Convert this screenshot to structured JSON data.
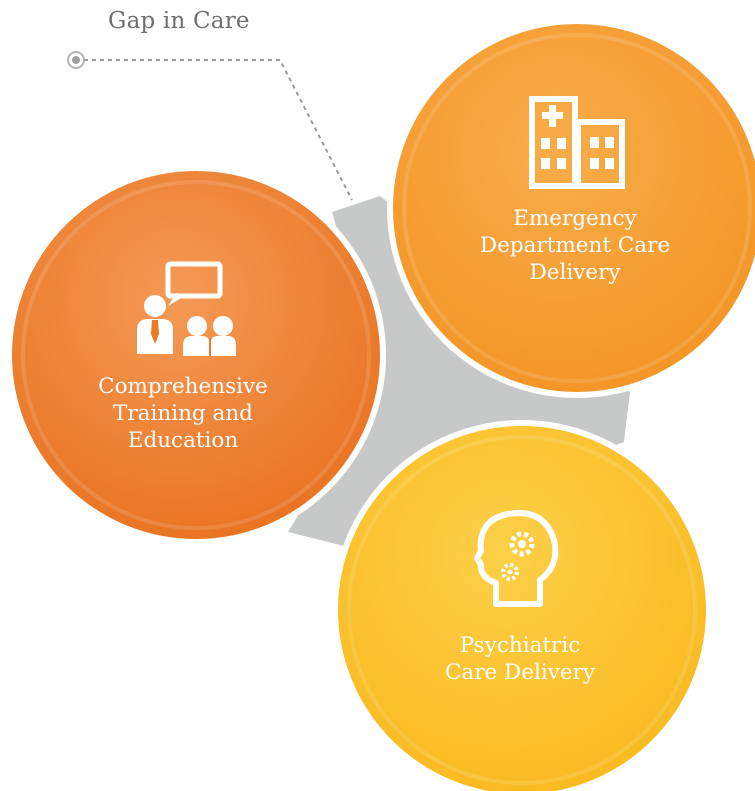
{
  "callout": {
    "label": "Gap in Care"
  },
  "circles": {
    "training": {
      "lines": [
        "Comprehensive",
        "Training and",
        "Education"
      ],
      "icon": "presenter-audience-icon",
      "color": "#ec7a24"
    },
    "emergency": {
      "lines": [
        "Emergency",
        "Department Care",
        "Delivery"
      ],
      "icon": "hospital-building-icon",
      "color": "#f5a02a"
    },
    "psychiatric": {
      "lines": [
        "Psychiatric",
        "Care Delivery"
      ],
      "icon": "head-gears-icon",
      "color": "#fbc02d"
    }
  },
  "colors": {
    "gap": "#c7c9c8",
    "callout_line": "#9a9a9a"
  }
}
